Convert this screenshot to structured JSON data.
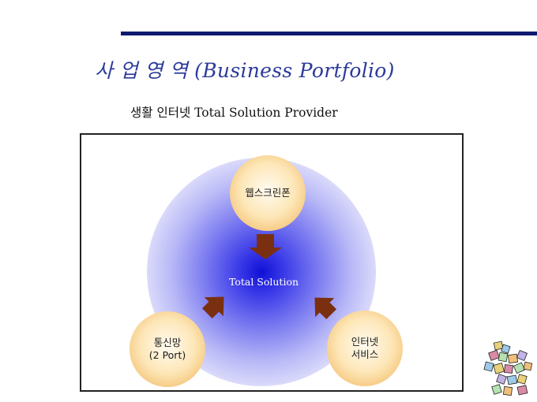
{
  "slide": {
    "title": "사 업 영 역 (Business Portfolio)",
    "subtitle": "생활 인터넷 Total Solution Provider"
  },
  "diagram": {
    "center": "Total Solution",
    "nodes": [
      {
        "lines": [
          "웹스크린폰"
        ]
      },
      {
        "lines": [
          "통신망",
          "(2 Port)"
        ]
      },
      {
        "lines": [
          "인터넷",
          "서비스"
        ]
      }
    ]
  },
  "colors": {
    "rule": "#0d1a6e",
    "title": "#2b3a9a",
    "arrow": "#7a3010",
    "glow": "#1010d6",
    "node": "#f5c57a"
  },
  "icons": {
    "logo": "cube-figure-logo"
  }
}
